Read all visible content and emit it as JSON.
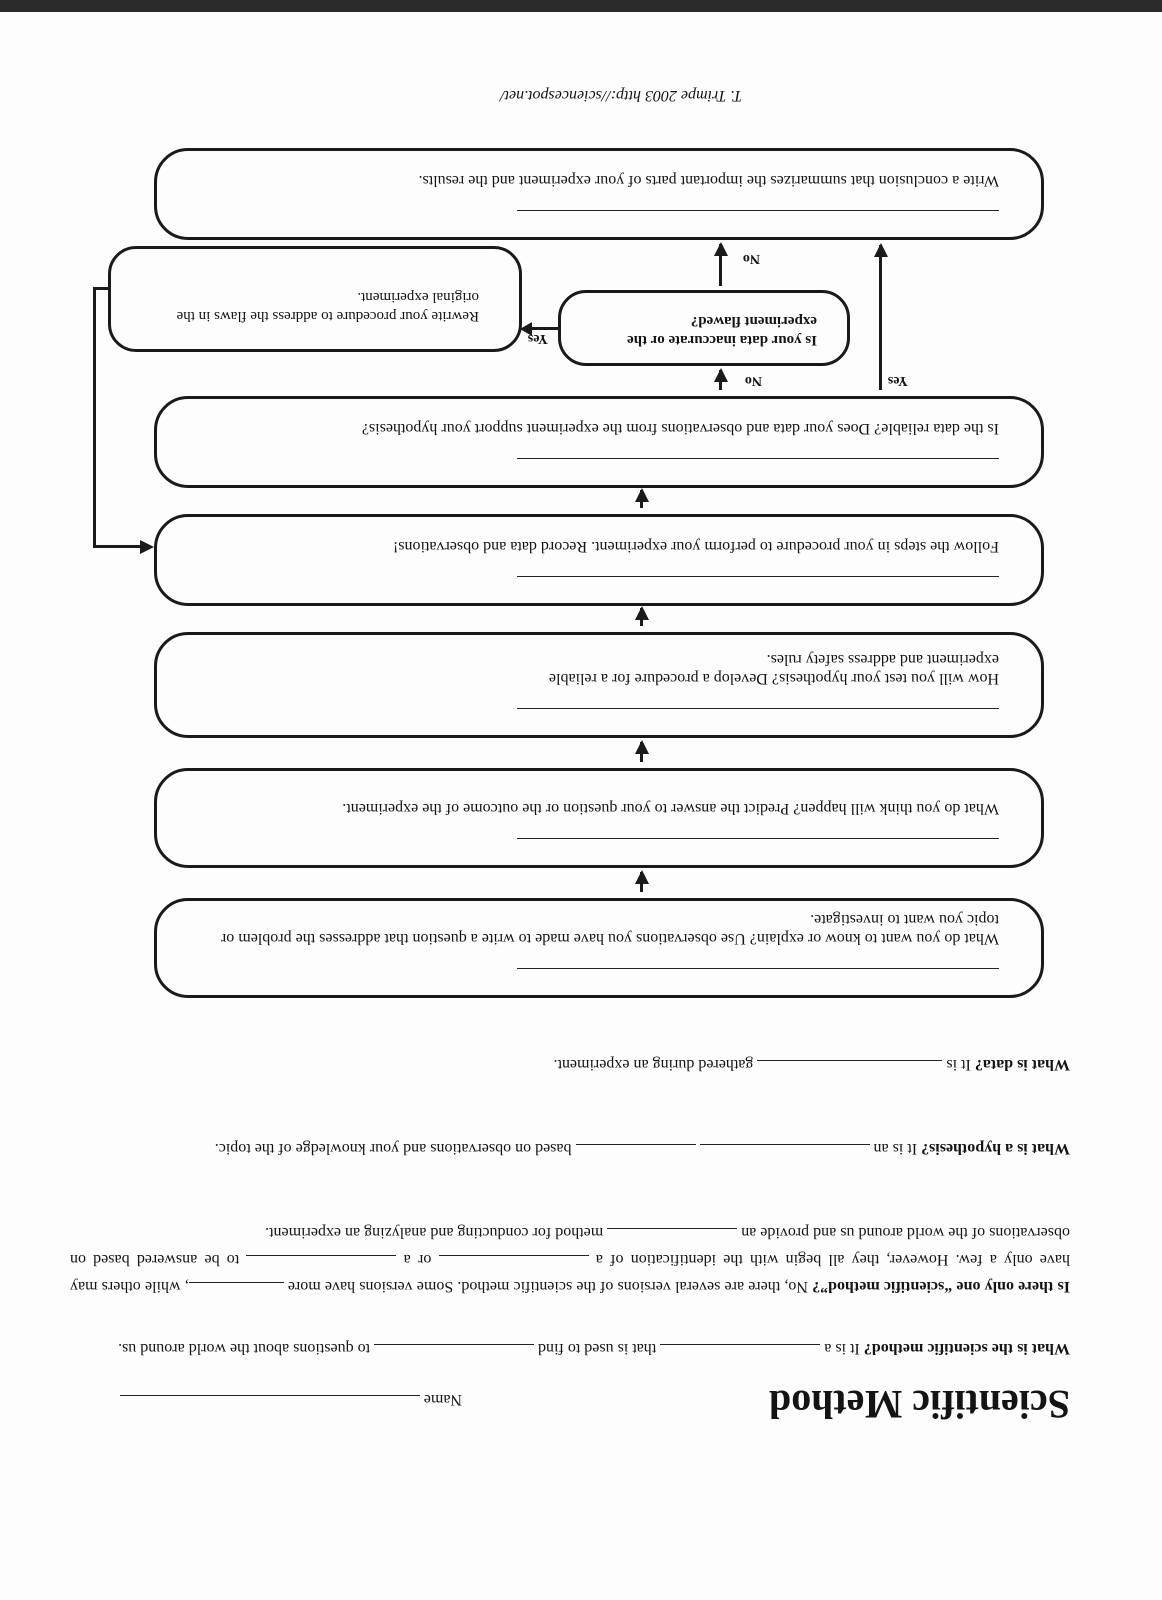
{
  "title": "Scientific Method",
  "name_label": "Name",
  "q1": {
    "lead": "What is the scientific method?",
    "t1": " It is a",
    "t2": "that is used to find",
    "t3": "to questions about the world around us."
  },
  "q2": {
    "lead": "Is there only one “scientific method”?",
    "t1": " No, there are several versions of the scientific method.  Some versions have more",
    "t2": ", while others may have only a few. However, they all begin with the identification of a",
    "t3": "or a",
    "t4": "to be answered based on observations of the world around us and provide an",
    "t5": "method for conducting and analyzing an experiment."
  },
  "q3": {
    "lead": "What is a hypothesis?",
    "t1": " It is an",
    "t2": "based on observations and your knowledge of the topic."
  },
  "q4": {
    "lead": "What is data?",
    "t1": " It is",
    "t2": "gathered during an experiment."
  },
  "steps": [
    {
      "text": "What do you want to know or explain?  Use observations you have made to write a question that addresses the problem or topic you want to investigate."
    },
    {
      "text": "What do you think will happen? Predict the answer to your question or the outcome of the experiment."
    },
    {
      "text": "How will you test your hypothesis? Develop a procedure for a reliable experiment and address safety rules."
    },
    {
      "text": "Follow the steps in your procedure to perform your experiment. Record data and observations!"
    },
    {
      "text": "Is the data reliable? Does your data and observations from the experiment support your hypothesis?"
    },
    {
      "text": "Write a conclusion that summarizes the important parts of your experiment and the results."
    }
  ],
  "flaw_question": "Is your data inaccurate or the experiment flawed?",
  "rewrite": "Rewrite your procedure to address the flaws in the original experiment.",
  "labels": {
    "yes": "Yes",
    "no": "No"
  },
  "credit": "T. Trimpe 2003   http://sciencespot.net/"
}
